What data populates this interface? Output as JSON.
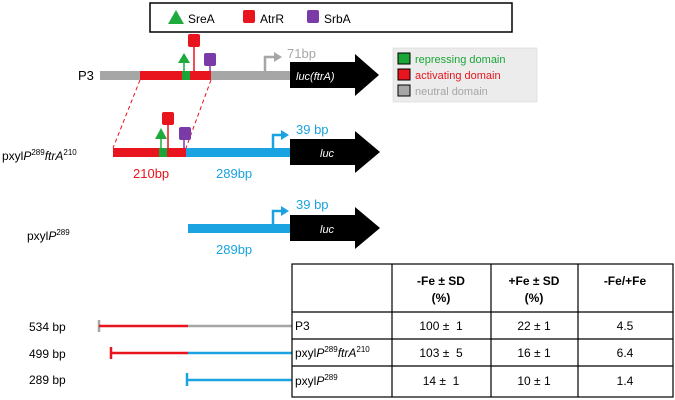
{
  "legend_top": {
    "items": [
      {
        "label": "SreA",
        "shape": "triangle",
        "color": "#1faa3c"
      },
      {
        "label": "AtrR",
        "shape": "square",
        "color": "#e8141e"
      },
      {
        "label": "SrbA",
        "shape": "square",
        "color": "#7a3aa8"
      }
    ]
  },
  "legend_domain": {
    "items": [
      {
        "label": "repressing domain",
        "color": "#1aa538",
        "text_color": "#1aa538"
      },
      {
        "label": "activating domain",
        "color": "#e8141e",
        "text_color": "#e8141e"
      },
      {
        "label": "neutral domain",
        "color": "#a6a6a6",
        "text_color": "#a6a6a6"
      }
    ]
  },
  "constructs": {
    "p3": {
      "name": "P3",
      "tss": "71bp",
      "gene": "luc",
      "gene_suffix": "(ftrA)",
      "gene_italic_part": "ftrA"
    },
    "chimera": {
      "name_prefix": "pxyl",
      "name_P": "P",
      "name_sup1": "289",
      "name_mid": "ftrA",
      "name_sup2": "210",
      "tss": "39 bp",
      "gene": "luc",
      "left_len": "210bp",
      "right_len": "289bp"
    },
    "pxylP": {
      "name_prefix": "pxyl",
      "name_P": "P",
      "name_sup": "289",
      "tss": "39 bp",
      "gene": "luc",
      "len": "289bp"
    }
  },
  "colors": {
    "red": "#e8141e",
    "gray": "#a6a6a6",
    "blue": "#1aa3e0",
    "green": "#1aa538",
    "black": "#000000"
  },
  "table": {
    "headers": [
      {
        "line1": "-Fe ± SD",
        "line2": "(%)"
      },
      {
        "line1": "+Fe ± SD",
        "line2": "(%)"
      },
      {
        "line1": "-Fe/+Fe",
        "line2": ""
      }
    ],
    "rows": [
      {
        "bp": "534 bp",
        "name": "P3",
        "minus_fe": "100 ±  1",
        "plus_fe": "22 ± 1",
        "ratio": "4.5"
      },
      {
        "bp": "499 bp",
        "name": "pxylP289ftrA210",
        "minus_fe": "103 ±  5",
        "plus_fe": "16 ± 1",
        "ratio": "6.4"
      },
      {
        "bp": "289 bp",
        "name": "pxylP289",
        "minus_fe": "14 ±  1",
        "plus_fe": "10 ± 1",
        "ratio": "1.4"
      }
    ]
  }
}
